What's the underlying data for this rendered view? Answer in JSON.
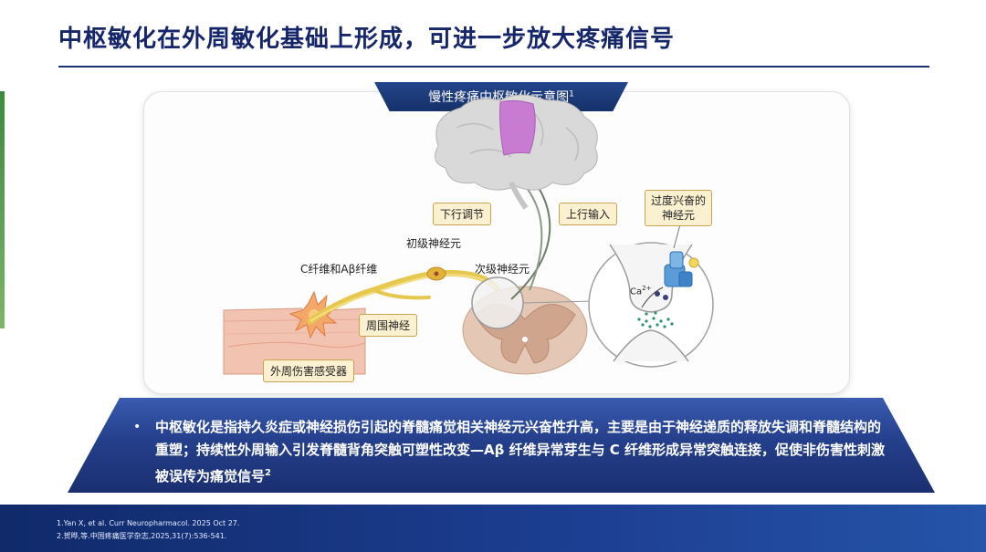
{
  "slide": {
    "title": "中枢敏化在外周敏化基础上形成，可进一步放大疼痛信号",
    "panel_title": "慢性疼痛中枢敏化示意图",
    "panel_title_sup": "1"
  },
  "diagram": {
    "labels": {
      "c_fiber": "C纤维和Aβ纤维",
      "primary_neuron": "初级神经元",
      "secondary_neuron": "次级神经元",
      "descending": "下行调节",
      "ascending": "上行输入",
      "hyperexcitable": "过度兴奋的神经元",
      "peripheral_nerve": "周围神经",
      "nociceptor": "外周伤害感受器",
      "ca": "Ca",
      "ca_sup": "2+"
    },
    "colors": {
      "brain": "#d8d8d8",
      "brain_highlight": "#c77bd1",
      "fiber": "#e6c84f",
      "spinal_cord": "#d9b8a4",
      "skin": "#f2c3b0",
      "label_box_fill": "#fbf0cf",
      "label_box_border": "#c7a450",
      "receptor": "#5a9bd8",
      "particle": "#2f8f6f"
    }
  },
  "description": {
    "text": "中枢敏化是指持久炎症或神经损伤引起的脊髓痛觉相关神经元兴奋性升高，主要是由于神经递质的释放失调和脊髓结构的重塑；持续性外周输入引发脊髓背角突触可塑性改变—Aβ 纤维异常芽生与 C 纤维形成异常突触连接，促使非伤害性刺激被误传为痛觉信号",
    "sup": "2"
  },
  "references": [
    "1.Yan X, et al. Curr Neuropharmacol. 2025 Oct 27.",
    "2.贺晔,等.中国疼痛医学杂志,2025,31(7):536-541."
  ],
  "colors": {
    "title": "#16266b",
    "band": "#243f8b",
    "footer": "#1d3f93"
  }
}
